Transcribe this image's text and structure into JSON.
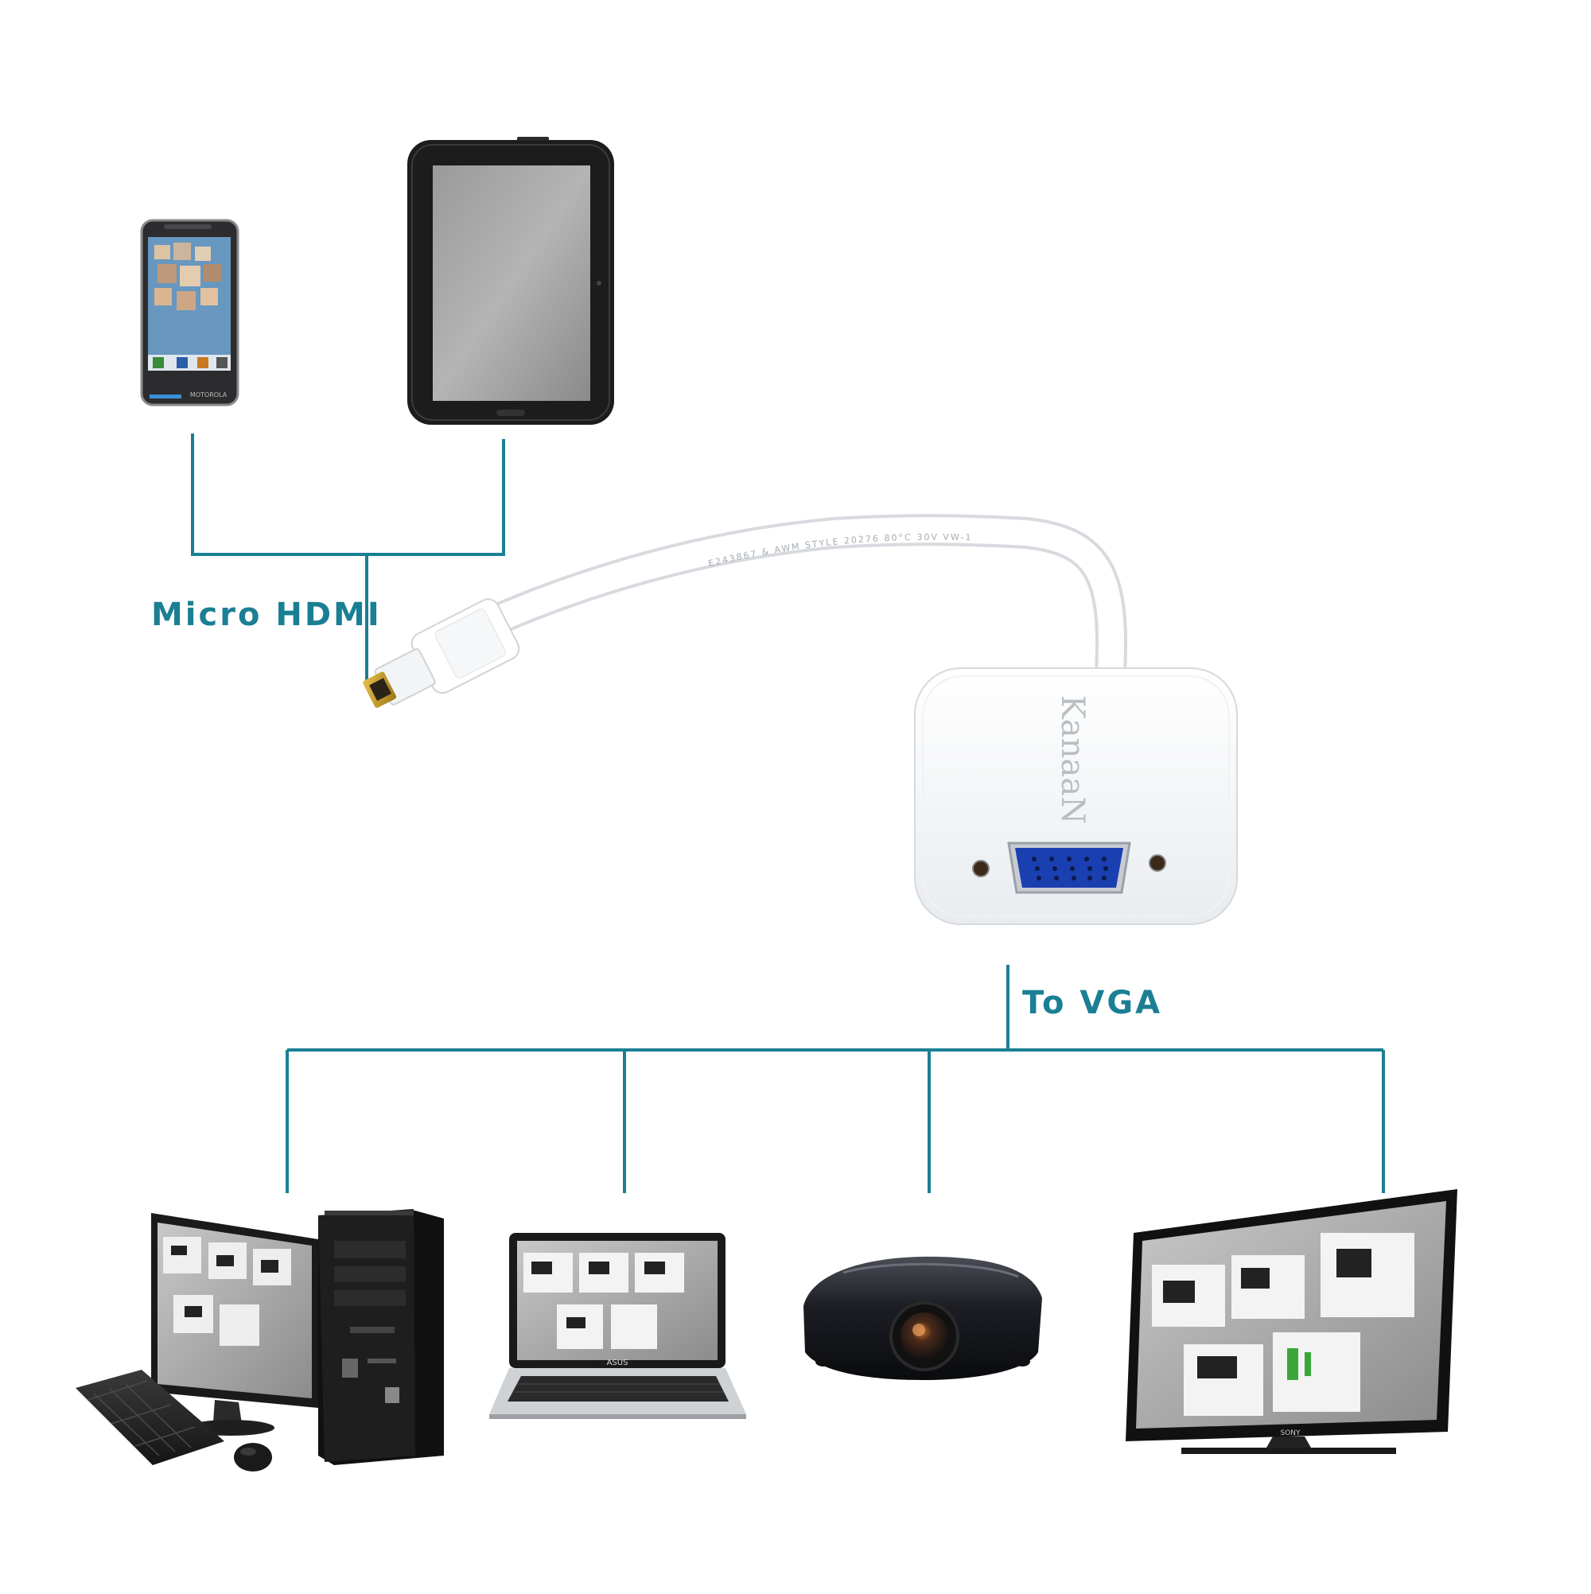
{
  "labels": {
    "input": "Micro HDMI",
    "output": "To VGA"
  },
  "adapter": {
    "brand": "KanaaN",
    "cable_print": "E243867 & AWM STYLE 20276 80°C 30V VW-1"
  },
  "devices": {
    "smartphone_brand": "MOTOROLA",
    "laptop_brand": "ASUS",
    "tv_brand": "SONY"
  },
  "colors": {
    "connector_lines": "#1b7f94",
    "label_text": "#1b7f94",
    "vga_port": "#1a3fb0",
    "hdmi_tip": "#c9a227"
  },
  "icons": {
    "source_devices": [
      "smartphone-icon",
      "tablet-icon"
    ],
    "adapter": "micro-hdmi-to-vga-adapter-icon",
    "target_devices": [
      "desktop-pc-icon",
      "laptop-icon",
      "projector-icon",
      "tv-icon"
    ]
  }
}
